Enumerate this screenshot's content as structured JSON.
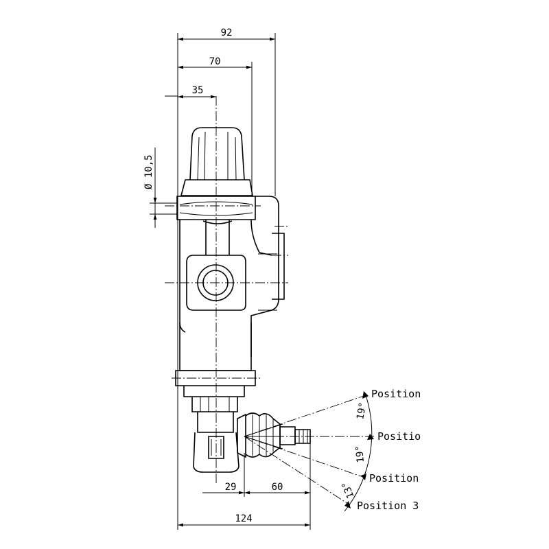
{
  "dimensions": {
    "width_total": "92",
    "width_70": "70",
    "width_35": "35",
    "diameter": "Ø 10,5",
    "lever_29": "29",
    "lever_60": "60",
    "length_total": "124"
  },
  "angles": {
    "upper": "19°",
    "middle": "19°",
    "lower": "13°"
  },
  "positions": {
    "position_top": "Position",
    "position_mid": "Positio",
    "position_low": "Position",
    "position_3": "Position 3"
  }
}
